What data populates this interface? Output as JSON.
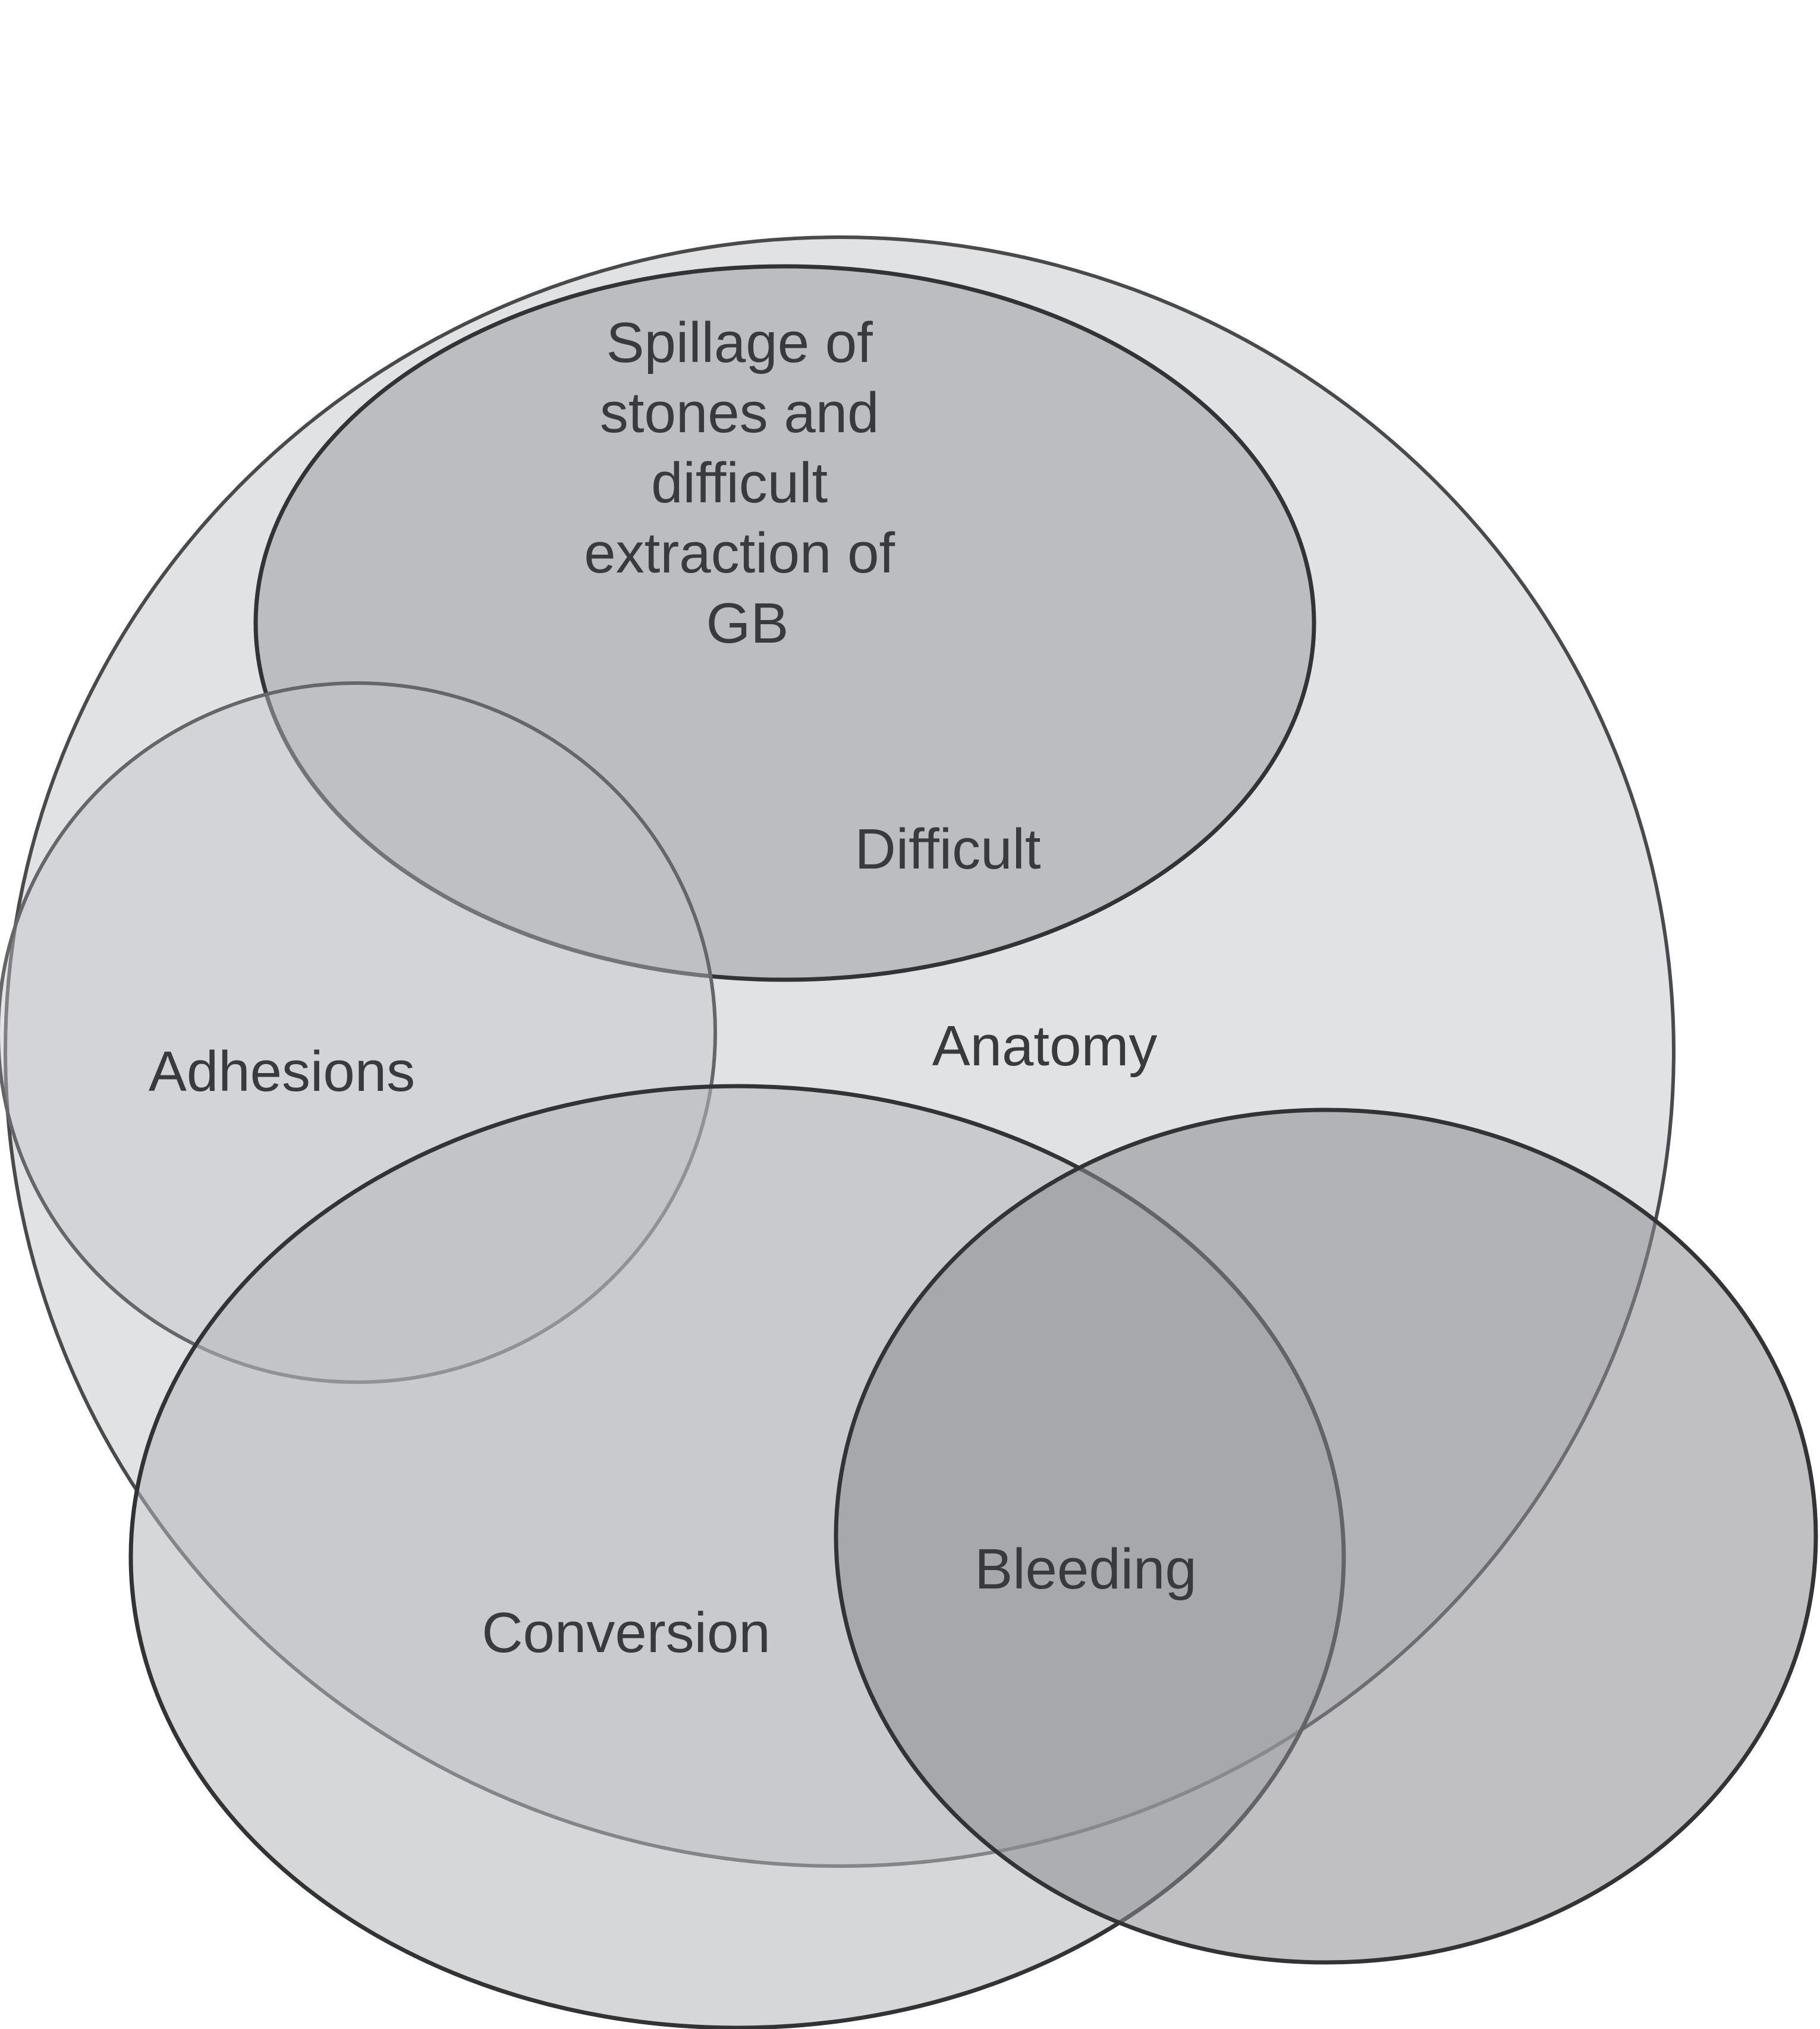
{
  "diagram": {
    "type": "venn",
    "sets": [
      {
        "id": "anatomy",
        "lines": [
          "Anatomy"
        ],
        "fill": "#e1e2e4",
        "stroke": "#4a4a4c"
      },
      {
        "id": "spillage",
        "lines": [
          "Spillage of",
          "stones and",
          "difficult",
          "extraction of",
          "GB"
        ],
        "fill": "#9d9ea2",
        "stroke": "#333335"
      },
      {
        "id": "adhesions",
        "lines": [
          "Adhesions"
        ],
        "fill": "#c3c4c7",
        "stroke": "#666668"
      },
      {
        "id": "conversion",
        "lines": [
          "Conversion"
        ],
        "fill": "#b5b6b9",
        "stroke": "#333335"
      },
      {
        "id": "bleeding",
        "lines": [
          "Bleeding"
        ],
        "fill": "#8c8d91",
        "stroke": "#333335"
      }
    ],
    "extra_labels": [
      {
        "id": "difficult",
        "text": "Difficult"
      }
    ]
  }
}
